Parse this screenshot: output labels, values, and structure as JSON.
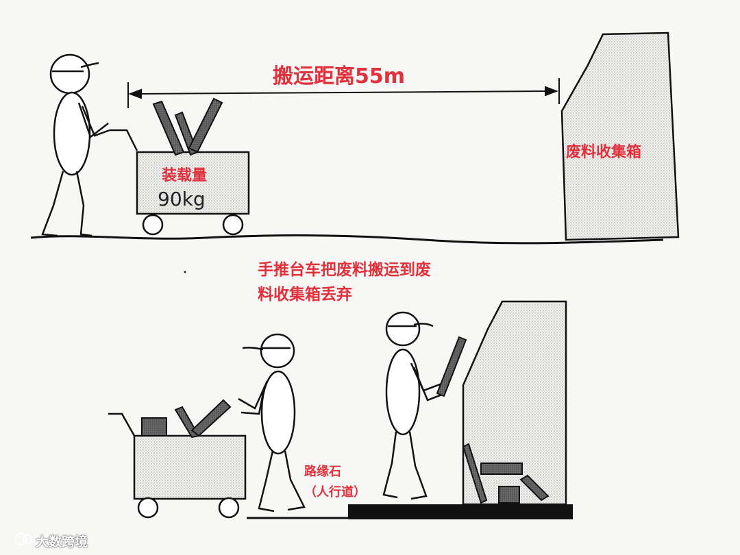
{
  "labels": {
    "distance": "搬运距离55m",
    "bin_top": "废料收集箱",
    "load": "装载量",
    "weight": "90kg",
    "caption_line1": "手推台车把废料搬运到废",
    "caption_line2": "料收集箱丢弃",
    "curb": "路缘石",
    "curb_sub": "（人行道）",
    "watermark": "大数跨境"
  },
  "colors": {
    "label_red": "#e0313c",
    "line": "#111111",
    "hatch": "#d9d9d9",
    "scrap": "#555555"
  }
}
